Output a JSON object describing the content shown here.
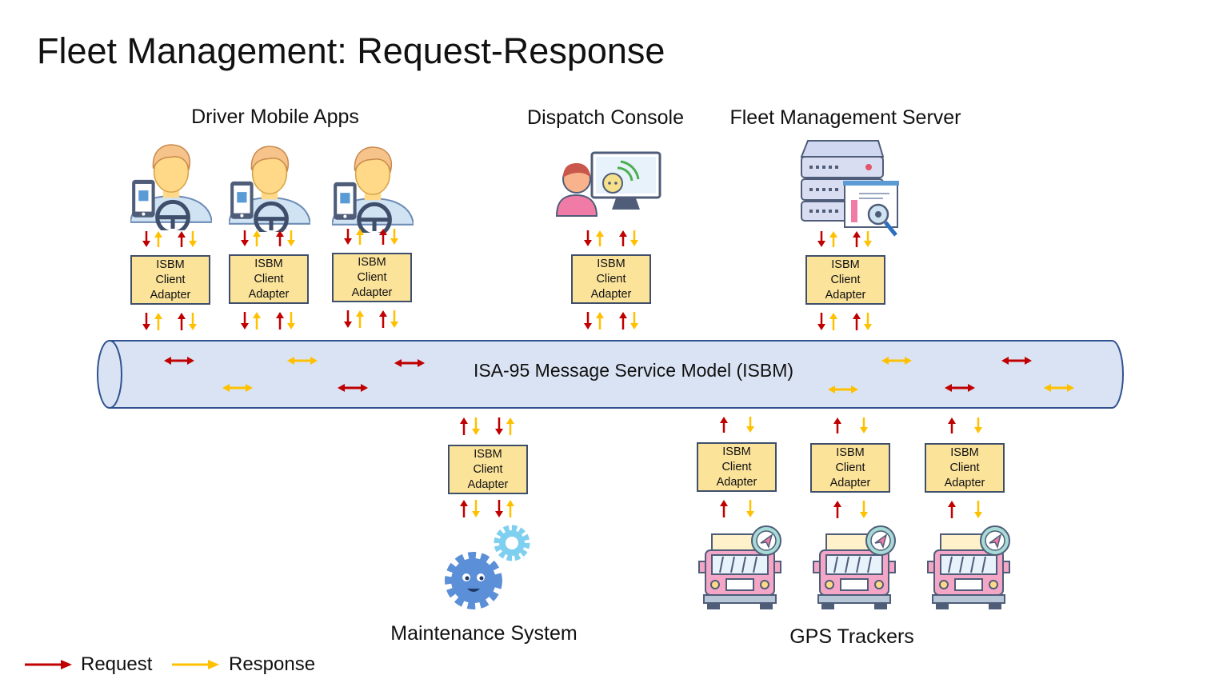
{
  "title": "Fleet Management: Request-Response",
  "groups": {
    "driver_apps": "Driver Mobile Apps",
    "dispatch": "Dispatch Console",
    "server": "Fleet Management Server",
    "maintenance": "Maintenance System",
    "gps": "GPS Trackers"
  },
  "adapter": {
    "line1": "ISBM",
    "line2": "Client",
    "line3": "Adapter"
  },
  "bus_label": "ISA-95 Message Service Model (ISBM)",
  "legend": {
    "request": "Request",
    "response": "Response",
    "request_color": "#c00000",
    "response_color": "#ffc000"
  }
}
